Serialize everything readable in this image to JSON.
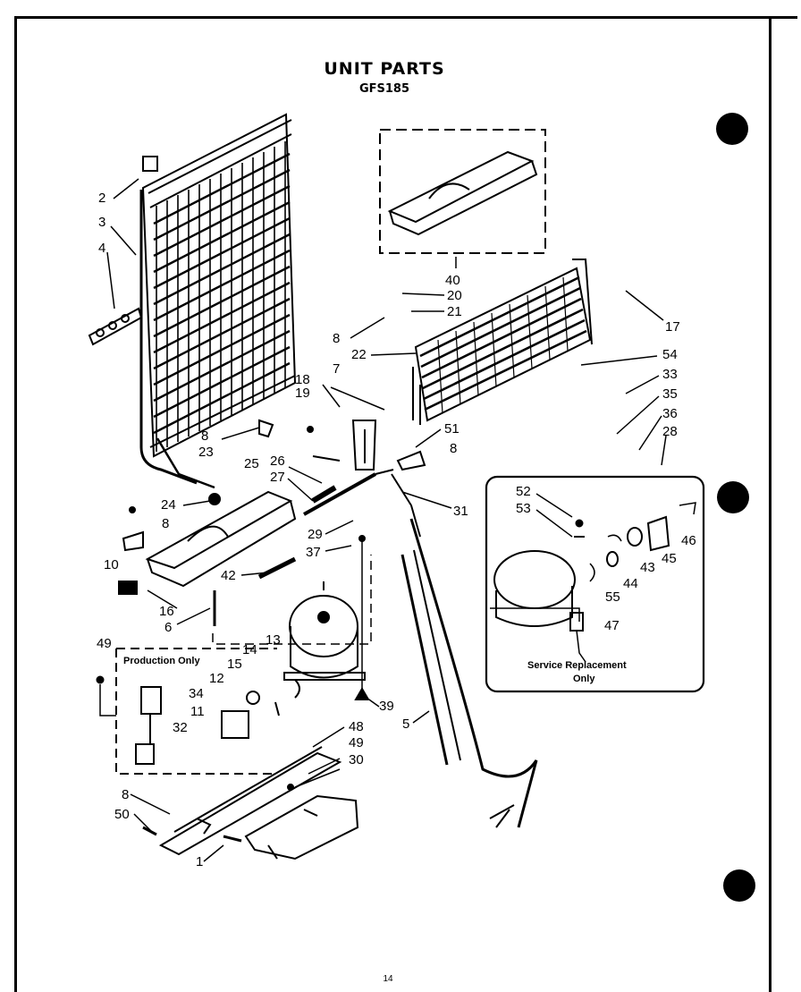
{
  "page": {
    "title": "UNIT PARTS",
    "model": "GFS185",
    "page_number": "14"
  },
  "boxes": {
    "production_only": "Production Only",
    "service_replacement_line1": "Service Replacement",
    "service_replacement_line2": "Only"
  },
  "labels": [
    "2",
    "3",
    "4",
    "40",
    "20",
    "21",
    "17",
    "8",
    "22",
    "54",
    "33",
    "18",
    "19",
    "7",
    "35",
    "36",
    "28",
    "51",
    "8",
    "8",
    "23",
    "31",
    "26",
    "27",
    "25",
    "24",
    "8",
    "29",
    "37",
    "52",
    "53",
    "10",
    "42",
    "16",
    "6",
    "46",
    "43",
    "45",
    "44",
    "55",
    "47",
    "49",
    "14",
    "13",
    "15",
    "12",
    "34",
    "11",
    "32",
    "39",
    "5",
    "48",
    "49",
    "30",
    "8",
    "50",
    "1"
  ]
}
